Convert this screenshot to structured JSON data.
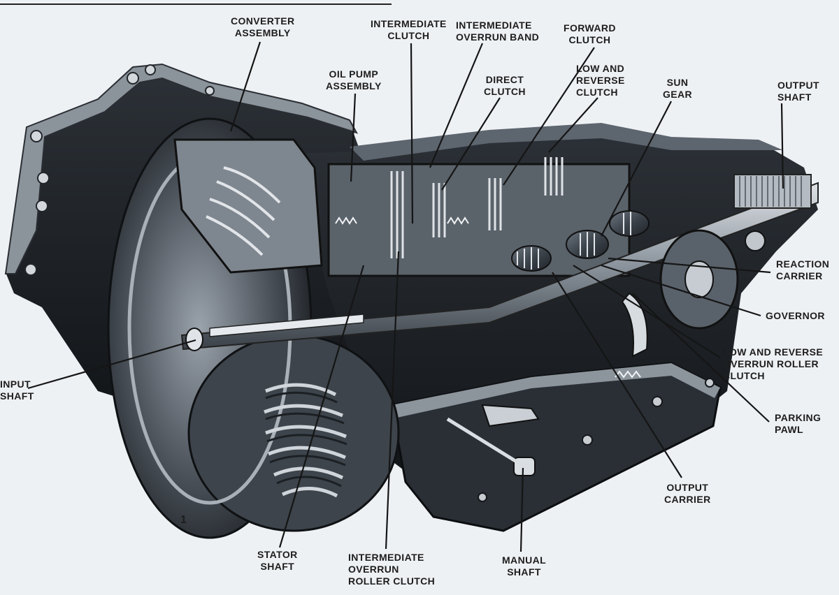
{
  "figure_number": "1",
  "labels": {
    "converter_assembly": "CONVERTER\nASSEMBLY",
    "intermediate_clutch": "INTERMEDIATE\nCLUTCH",
    "intermediate_overrun_band": "INTERMEDIATE\nOVERRUN BAND",
    "forward_clutch": "FORWARD\nCLUTCH",
    "oil_pump_assembly": "OIL PUMP\nASSEMBLY",
    "direct_clutch": "DIRECT\nCLUTCH",
    "low_and_reverse_clutch": "LOW AND\nREVERSE\nCLUTCH",
    "sun_gear": "SUN\nGEAR",
    "output_shaft": "OUTPUT\nSHAFT",
    "reaction_carrier": "REACTION\nCARRIER",
    "governor": "GOVERNOR",
    "low_and_reverse_overrun_roller_clutch": "LOW AND REVERSE\nOVERRUN ROLLER\nCLUTCH",
    "parking_pawl": "PARKING\nPAWL",
    "output_carrier": "OUTPUT\nCARRIER",
    "manual_shaft": "MANUAL\nSHAFT",
    "intermediate_overrun_roller_clutch": "INTERMEDIATE\nOVERRUN\nROLLER CLUTCH",
    "stator_shaft": "STATOR\nSHAFT",
    "input_shaft": "INPUT\nSHAFT"
  }
}
